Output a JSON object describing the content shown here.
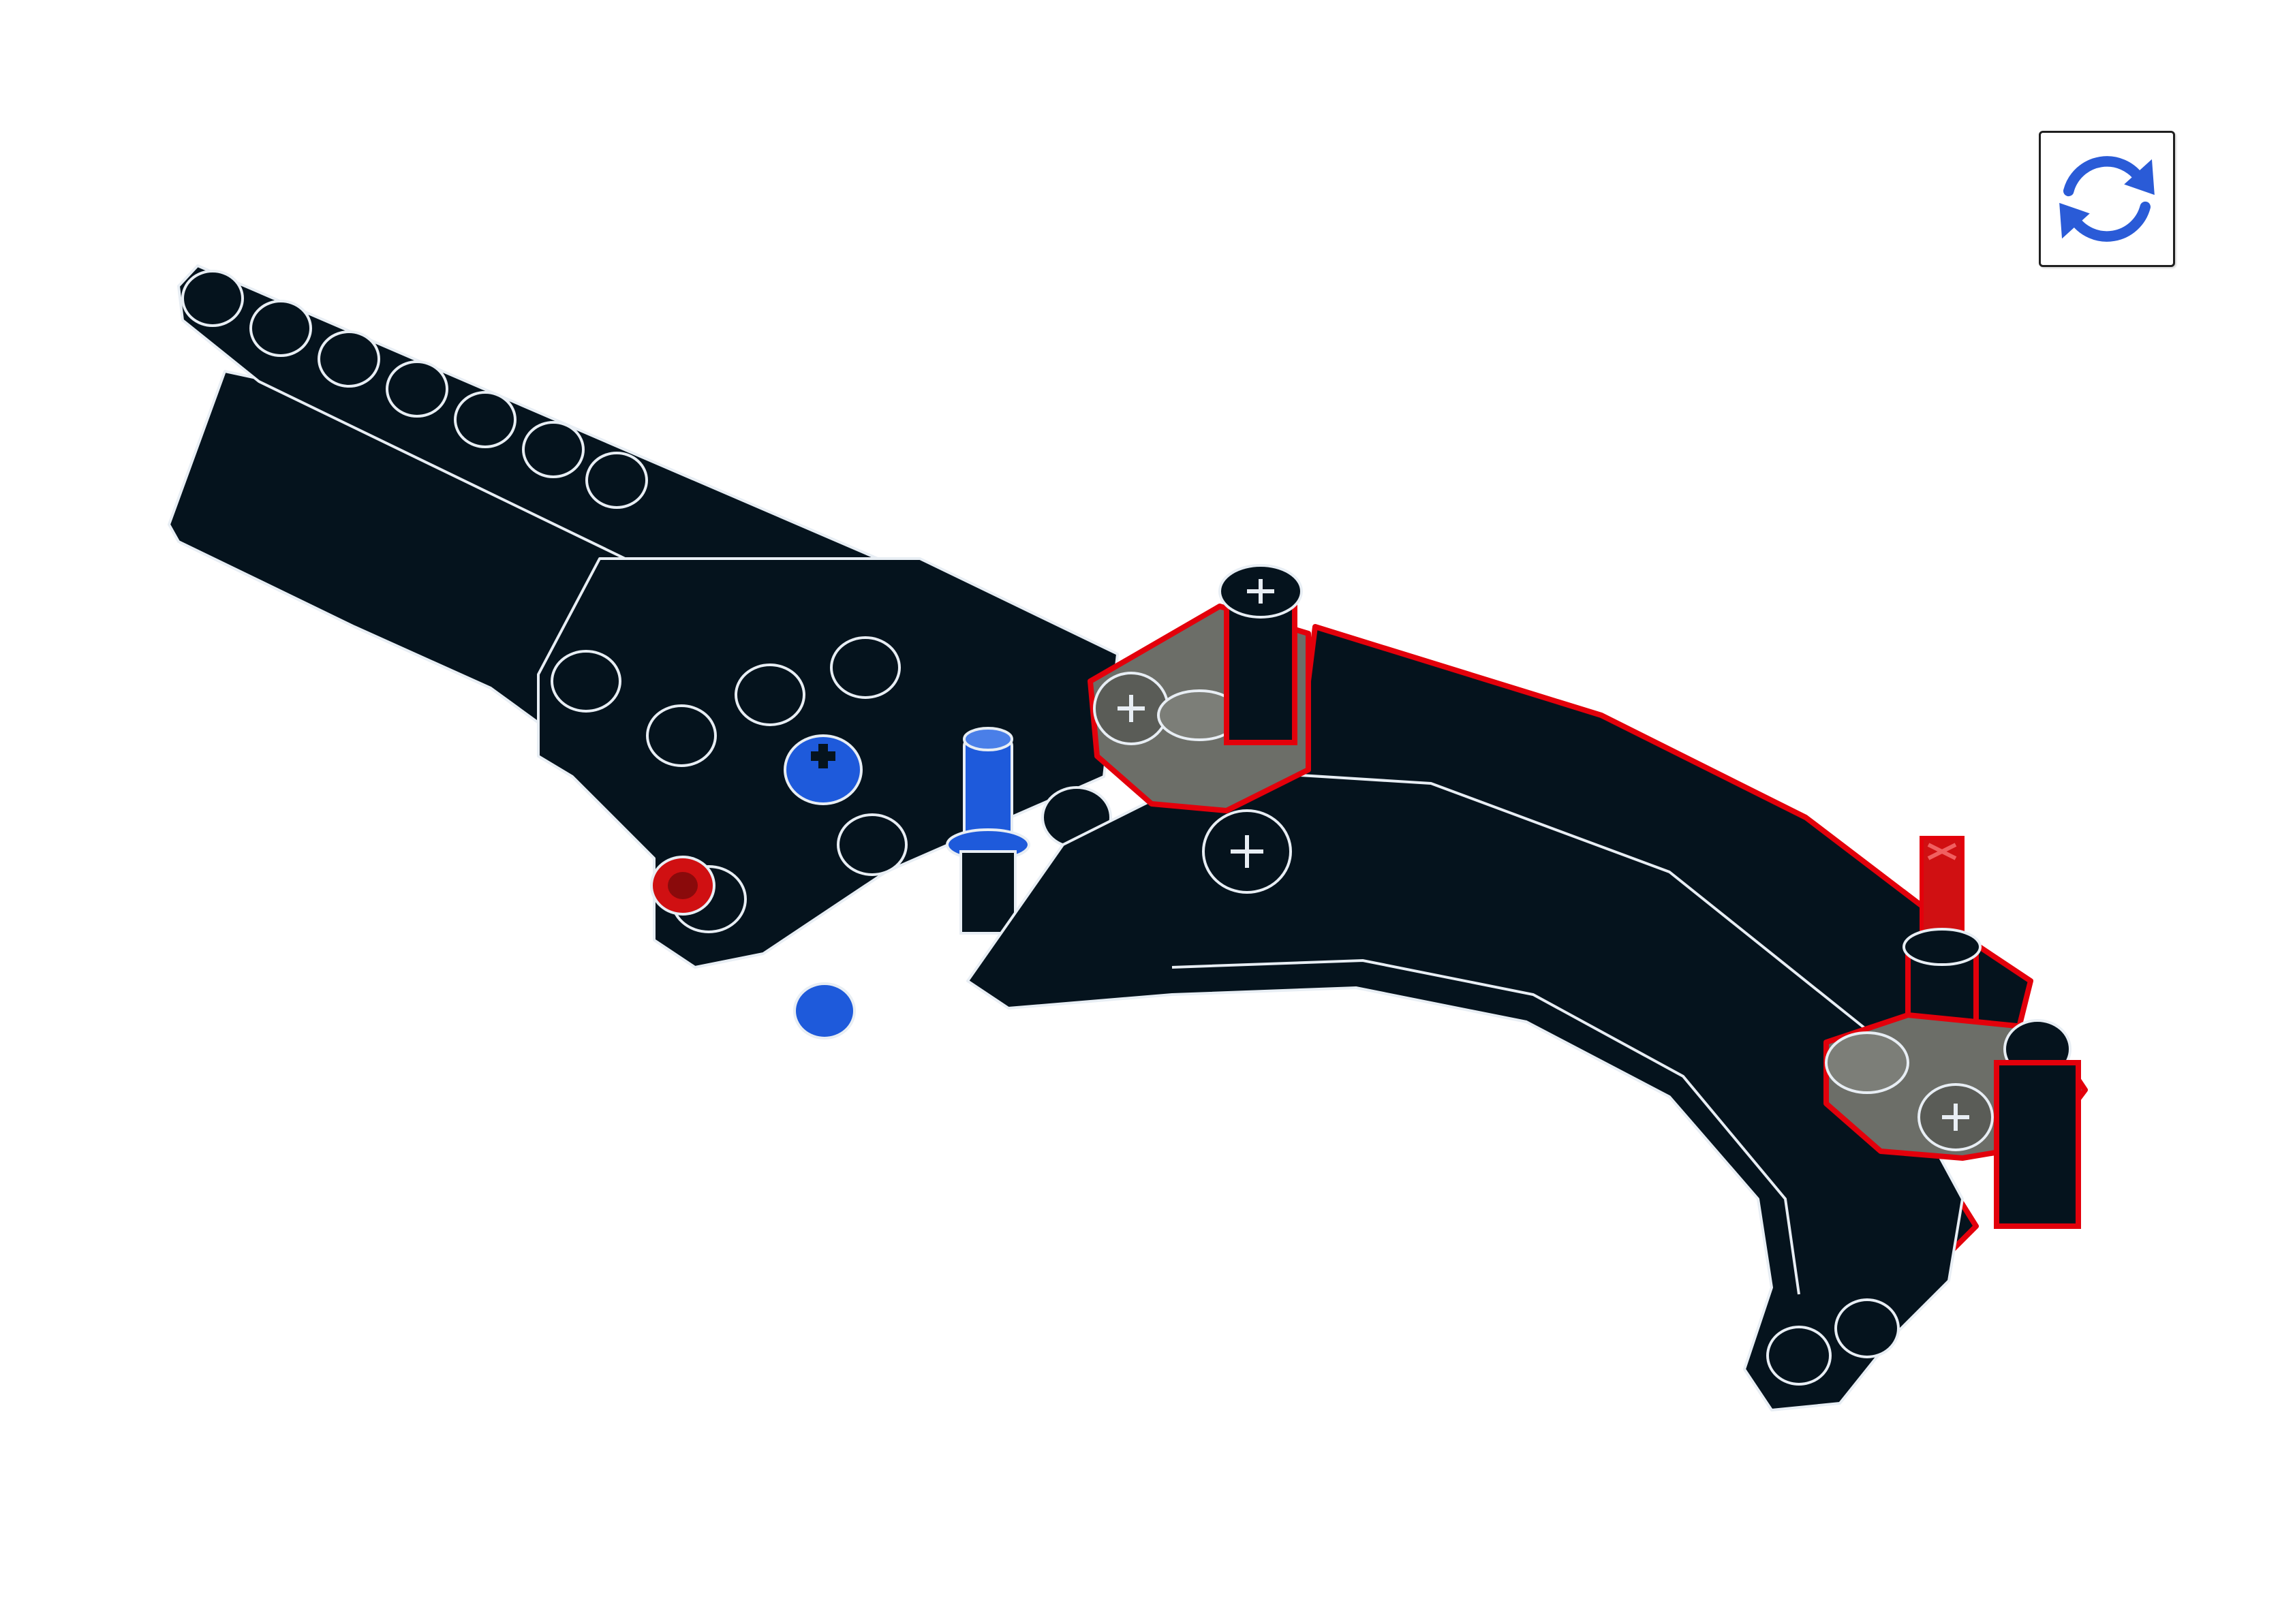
{
  "page": {
    "background": "#ffffff"
  },
  "instruction": {
    "rotate_indicator": {
      "icon": "rotate-model-icon",
      "color": "#2a5bd7"
    },
    "parts": [
      {
        "name": "black-liftarm-beam",
        "color": "#05131d"
      },
      {
        "name": "black-panel-wing",
        "color": "#05131d"
      },
      {
        "name": "black-curved-panel",
        "color": "#05131d"
      },
      {
        "name": "blue-axle-pin",
        "color": "#1e5adb"
      },
      {
        "name": "blue-pin",
        "color": "#1e5adb"
      },
      {
        "name": "red-axle",
        "color": "#d01012"
      },
      {
        "name": "red-pin",
        "color": "#d01012"
      },
      {
        "name": "dark-bluish-gray-connector",
        "color": "#6c6e68"
      }
    ],
    "highlight_color": "#e3000b"
  }
}
